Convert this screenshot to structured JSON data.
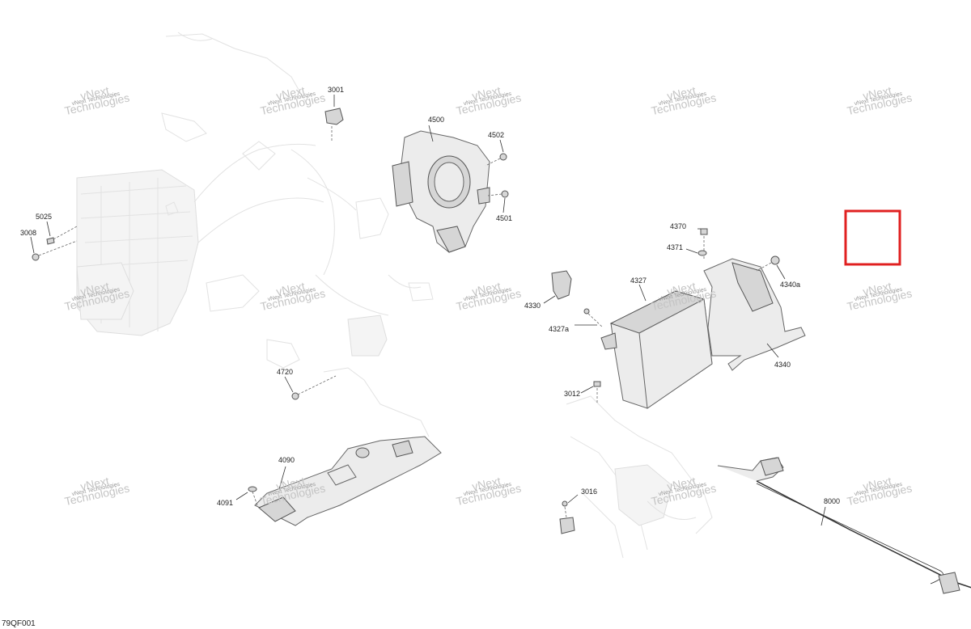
{
  "diagram": {
    "figure_code": "79QF001",
    "watermark_line1": "vNext",
    "watermark_line2": "Technologies",
    "watermark_small": "vNext Technologies",
    "highlight_color": "#e02020",
    "callouts": {
      "c3001": "3001",
      "c4500": "4500",
      "c4502": "4502",
      "c4501": "4501",
      "c5025": "5025",
      "c3008": "3008",
      "c4370": "4370",
      "c4371": "4371",
      "c4340a": "4340a",
      "c4327": "4327",
      "c4330": "4330",
      "c4327a": "4327a",
      "c4340": "4340",
      "c3012": "3012",
      "c4720": "4720",
      "c4090": "4090",
      "c4091": "4091",
      "c3016": "3016",
      "c8000": "8000"
    }
  }
}
